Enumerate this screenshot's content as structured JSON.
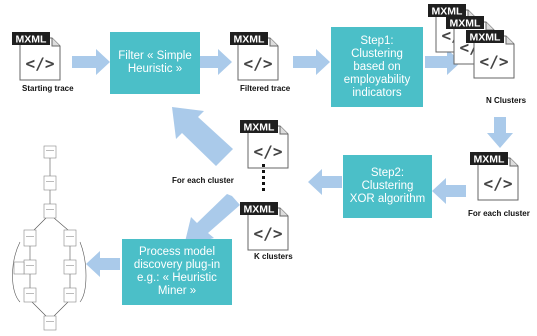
{
  "colors": {
    "box": "#4bbfc8",
    "arrow": "#aacaea",
    "file_body": "#ffffff",
    "file_tag": "#1f1f1f",
    "file_glyph": "#444444"
  },
  "file_icon": {
    "tag": "MXML",
    "glyph": "</>"
  },
  "boxes": {
    "filter": [
      "Filter « Simple",
      "Heuristic »"
    ],
    "step1": [
      "Step1:",
      "Clustering",
      "based on",
      "employability",
      "indicators"
    ],
    "step2": [
      "Step2:",
      "Clustering",
      "XOR algorithm"
    ],
    "discovery": [
      "Process model",
      "discovery plug-in",
      "e.g.: « Heuristic",
      "Miner »"
    ]
  },
  "labels": {
    "starting_trace": "Starting trace",
    "filtered_trace": "Filtered trace",
    "n_clusters": "N Clusters",
    "for_each_cluster_right": "For each cluster",
    "for_each_cluster_left": "For each cluster",
    "k_clusters": "K clusters"
  }
}
